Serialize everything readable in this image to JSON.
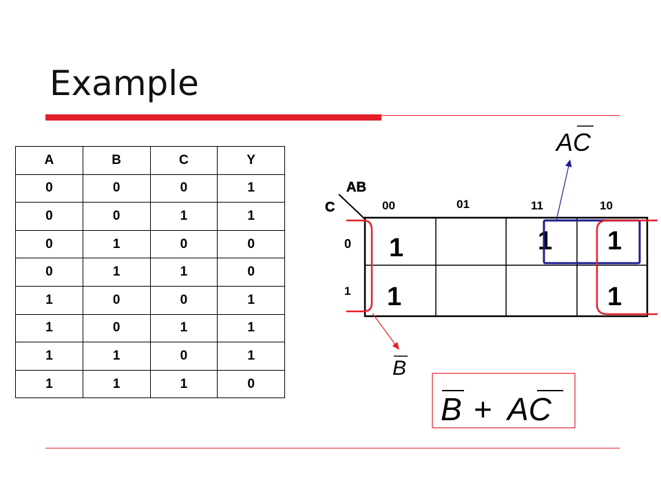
{
  "slide": {
    "title": "Example"
  },
  "truth_table": {
    "headers": [
      "A",
      "B",
      "C",
      "Y"
    ],
    "rows": [
      [
        "0",
        "0",
        "0",
        "1"
      ],
      [
        "0",
        "0",
        "1",
        "1"
      ],
      [
        "0",
        "1",
        "0",
        "0"
      ],
      [
        "0",
        "1",
        "1",
        "0"
      ],
      [
        "1",
        "0",
        "0",
        "1"
      ],
      [
        "1",
        "0",
        "1",
        "1"
      ],
      [
        "1",
        "1",
        "0",
        "1"
      ],
      [
        "1",
        "1",
        "1",
        "0"
      ]
    ]
  },
  "kmap": {
    "corner_top": "AB",
    "corner_left": "C",
    "col_labels": [
      "00",
      "01",
      "11",
      "10"
    ],
    "row_labels": [
      "0",
      "1"
    ],
    "cells": [
      [
        "1",
        "",
        "1",
        "1"
      ],
      [
        "1",
        "",
        "",
        "1"
      ]
    ]
  },
  "annotations": {
    "term_ac": {
      "base": "AC",
      "overline": "C"
    },
    "term_b": {
      "base": "B",
      "overline": "B"
    },
    "result": {
      "parts": [
        "B",
        "+",
        "AC"
      ],
      "overlined": [
        "B",
        "C"
      ]
    }
  },
  "colors": {
    "accent_red": "#e3202a",
    "group_blue": "#1f1f8f",
    "arrow_red": "#e3202a"
  }
}
